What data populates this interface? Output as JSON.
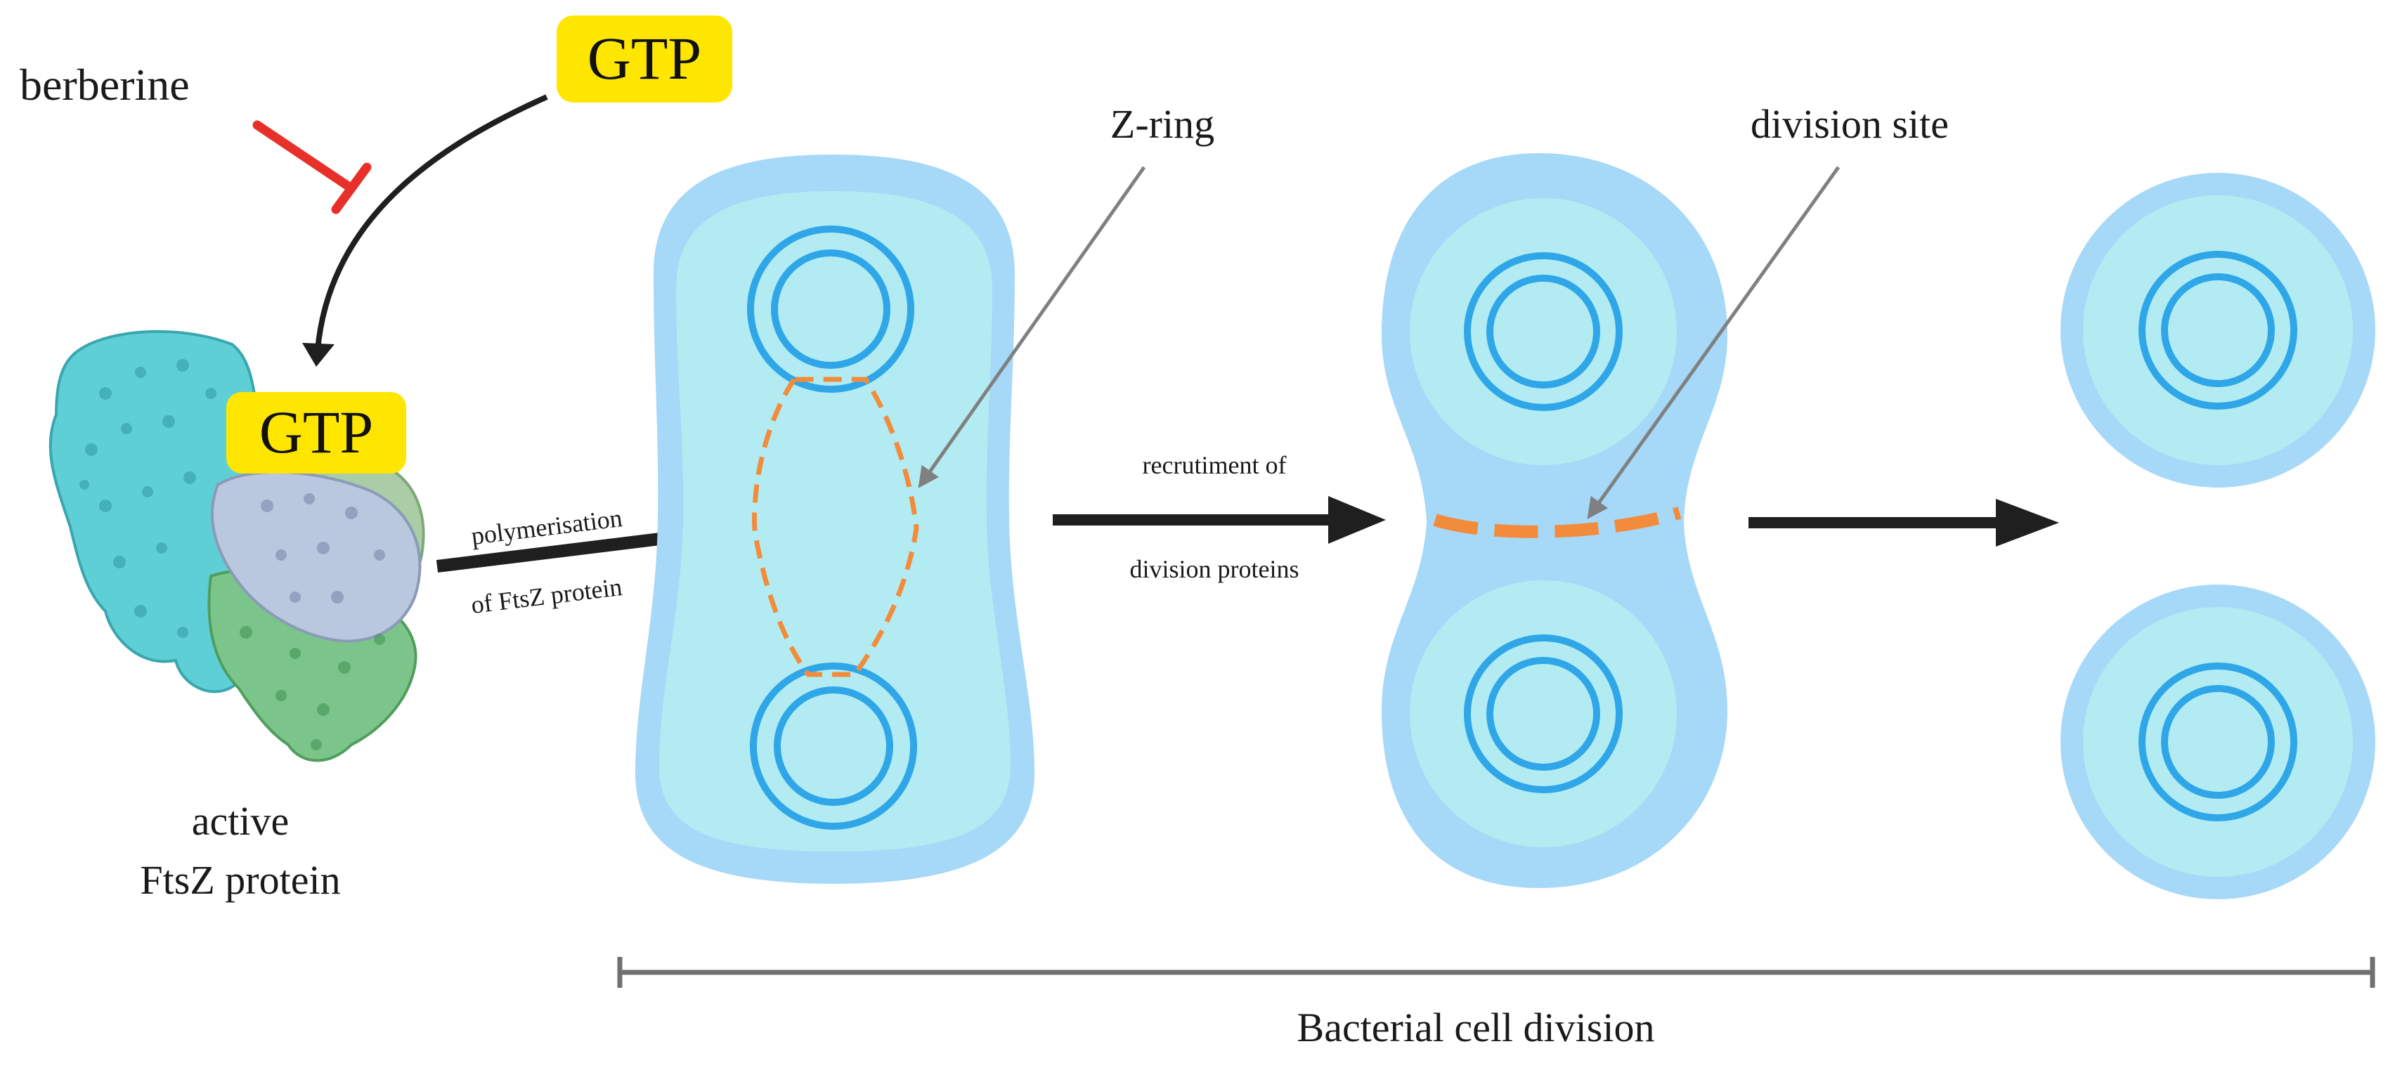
{
  "labels": {
    "berberine": "berberine",
    "gtp_top": "GTP",
    "gtp_bound": "GTP",
    "active_line1": "active",
    "active_line2": "FtsZ protein",
    "polymerisation_line1": "polymerisation",
    "polymerisation_line2": "of FtsZ protein",
    "z_ring": "Z-ring",
    "recruitment_line1": "recrutiment of",
    "recruitment_line2": "division proteins",
    "division_site": "division site",
    "bacterial_cell_division": "Bacterial cell division"
  },
  "colors": {
    "gtp_badge": "#FFE600",
    "inhibition": "#E8302A",
    "cell_outer": "#A6D8F7",
    "cell_inner": "#B2ECF2",
    "nucleoid_ring": "#2FA6E8",
    "z_ring": "#F28C3C",
    "arrow": "#1f1f1f",
    "pointer": "#808080",
    "protein_cyan": "#5FCFD6",
    "protein_lavender": "#B9C7DF",
    "protein_green": "#7CC58A",
    "protein_pale_green": "#AACDA6"
  },
  "icons": {
    "inhibition": "t-bar-inhibition-icon",
    "protein": "ftsz-protein-structure-icon"
  }
}
